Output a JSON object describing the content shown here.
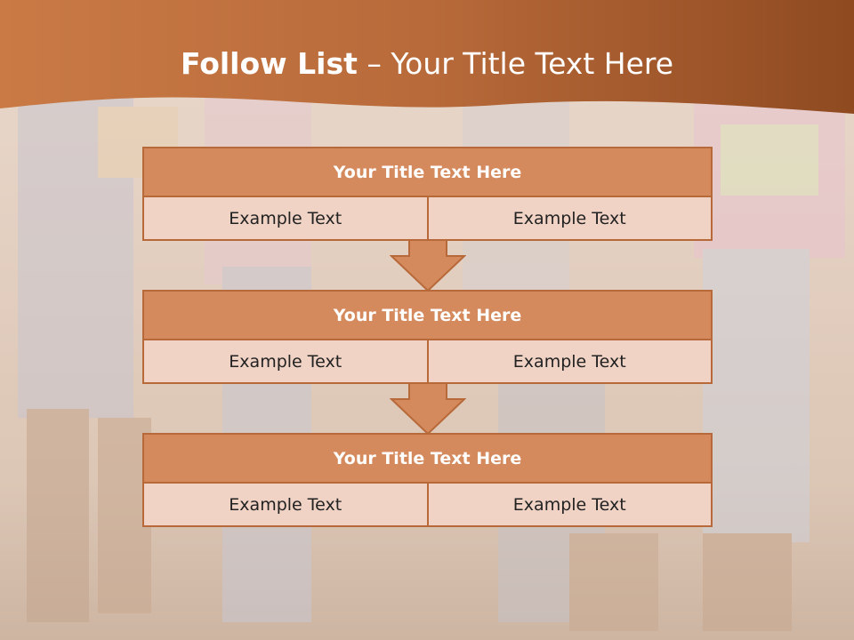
{
  "slide": {
    "title_bold": "Follow List",
    "title_rest": "  – Your Title Text Here"
  },
  "steps": [
    {
      "title": "Your Title Text Here",
      "left": "Example Text",
      "right": "Example Text"
    },
    {
      "title": "Your Title Text Here",
      "left": "Example Text",
      "right": "Example Text"
    },
    {
      "title": "Your Title Text Here",
      "left": "Example Text",
      "right": "Example Text"
    }
  ],
  "colors": {
    "banner": "#b86a3a",
    "box_header": "#d48a5c",
    "box_cell": "#f0d3c5",
    "border": "#b8693a"
  }
}
